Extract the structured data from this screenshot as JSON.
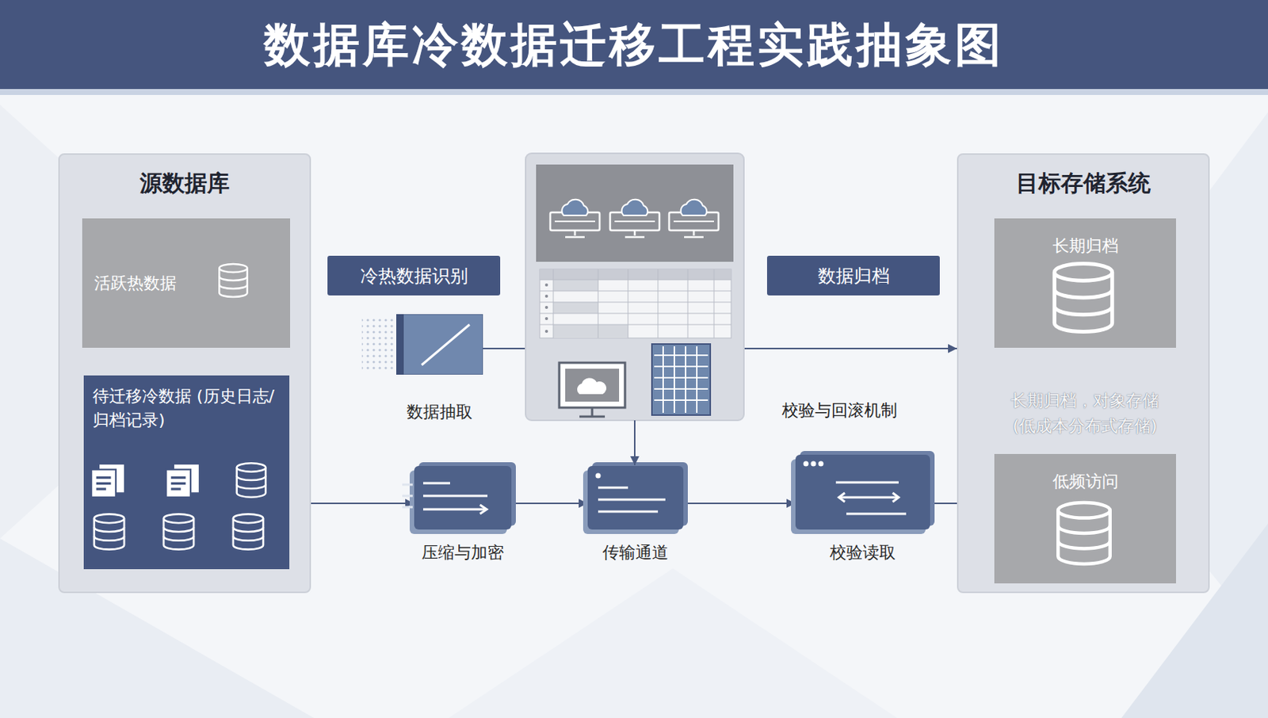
{
  "diagram": {
    "title": "数据库冷数据迁移工程实践抽象图",
    "nodes": [
      {
        "text": [
          "源数据库"
        ]
      },
      {
        "text": [
          "活跃热数据"
        ],
        "in": 0
      },
      {
        "text": [
          "待迁移冷数据 (历史日志/归档记录)"
        ],
        "in": 0
      },
      {
        "text": [
          "冷热数据识别"
        ]
      },
      {
        "text": [
          "数据抽取"
        ]
      },
      {
        "text": [
          "数据归档"
        ]
      },
      {
        "text": [
          "目标存储系统",
          "长期归档，对象存储 (低成本分布式存储)"
        ]
      },
      {
        "text": [
          "长期归档"
        ],
        "in": 6
      },
      {
        "text": [
          "低频访问"
        ],
        "in": 6
      },
      {
        "text": [
          "压缩与加密"
        ]
      },
      {
        "text": [
          "传输通道"
        ]
      },
      {
        "text": [
          "校验读取"
        ]
      }
    ],
    "edges": [
      {
        "from": 4,
        "to": 6,
        "arrow": "to"
      },
      {
        "from": 2,
        "to": 9,
        "arrow": "to"
      },
      {
        "from": 9,
        "to": 10,
        "arrow": "to"
      },
      {
        "from": 10,
        "to": 11,
        "arrow": "to"
      },
      {
        "from": 11,
        "to": 8,
        "arrow": "to"
      }
    ],
    "labels": [
      "校验与回滚机制"
    ]
  }
}
